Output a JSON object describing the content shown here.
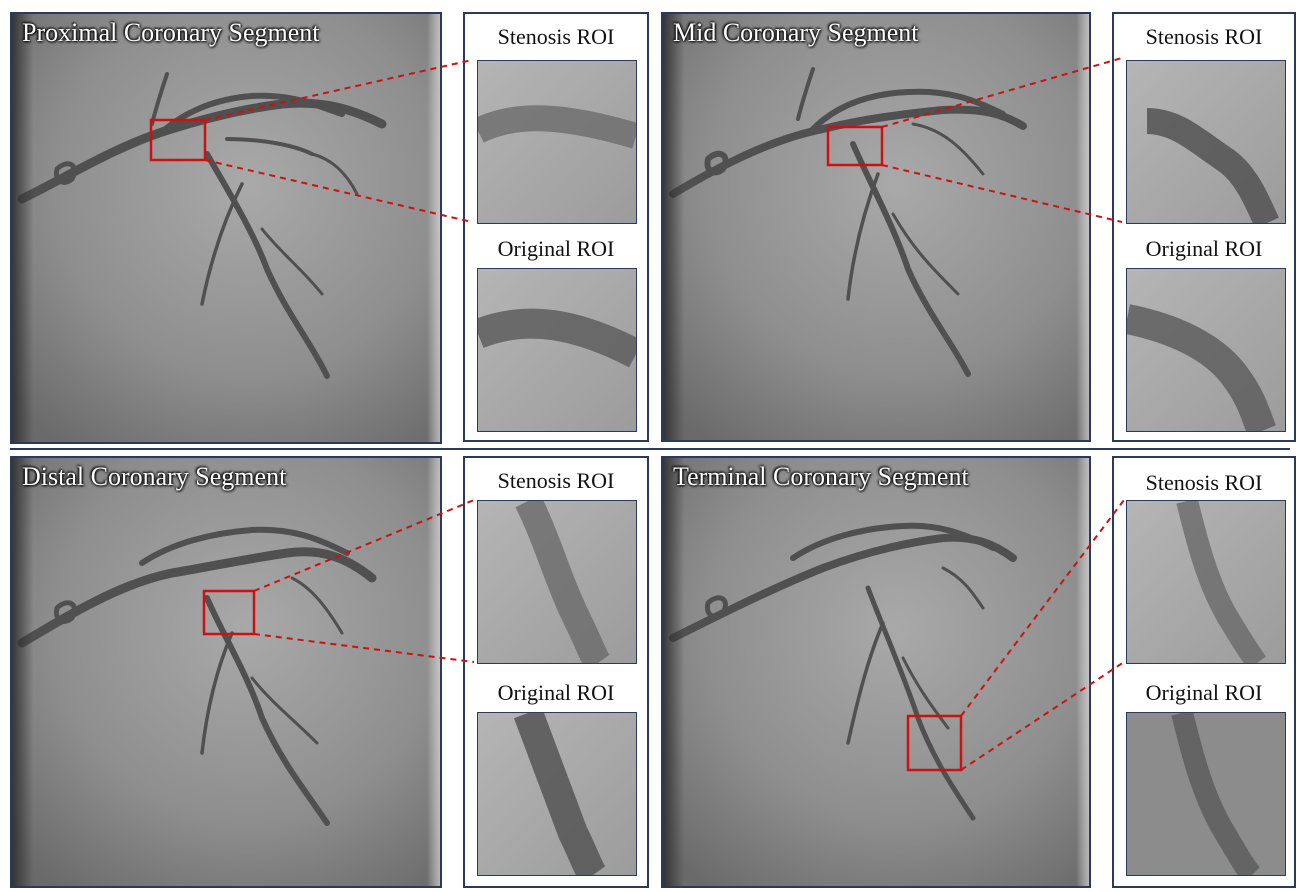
{
  "panels": [
    {
      "title": "Proximal Coronary Segment",
      "roi_top_label": "Stenosis ROI",
      "roi_bottom_label": "Original ROI"
    },
    {
      "title": "Mid Coronary Segment",
      "roi_top_label": "Stenosis ROI",
      "roi_bottom_label": "Original ROI"
    },
    {
      "title": "Distal Coronary Segment",
      "roi_top_label": "Stenosis ROI",
      "roi_bottom_label": "Original ROI"
    },
    {
      "title": "Terminal Coronary Segment",
      "roi_top_label": "Stenosis ROI",
      "roi_bottom_label": "Original ROI"
    }
  ],
  "colors": {
    "roi_marker": "#cc1111",
    "frame": "#2b3a5a",
    "angiogram_bg": "#8f8f8f",
    "vessel": "#4a4a4a"
  }
}
